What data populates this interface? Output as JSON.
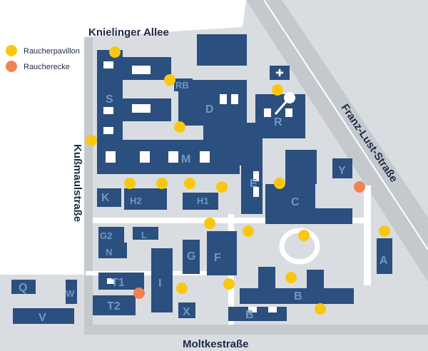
{
  "map": {
    "streets": {
      "north": "Knielinger Allee",
      "west": "Kußmaulstraße",
      "south": "Moltkestraße",
      "east": "Franz-Lust-Straße"
    },
    "legend": [
      {
        "label": "Raucherpavillon",
        "color": "#f9c80e"
      },
      {
        "label": "Raucherecke",
        "color": "#ef8354"
      }
    ],
    "colors": {
      "building": "#2b4f7e",
      "ground": "#d9dde1",
      "road": "#c4c9ce",
      "path": "#ffffff",
      "label": "#6f97c8",
      "pavillon": "#f9c80e",
      "ecke": "#ef8354"
    },
    "buildings": {
      "S": "S",
      "RB": "RB",
      "D": "D",
      "R": "R",
      "M": "M",
      "E": "E",
      "K": "K",
      "H2": "H2",
      "H1": "H1",
      "C": "C",
      "Y": "Y",
      "A": "A",
      "G2": "G2",
      "L": "L",
      "N": "N",
      "G": "G",
      "F": "F",
      "T1": "T1",
      "T2": "T2",
      "I": "I",
      "X": "X",
      "B_upper": "B",
      "B_lower": "B",
      "Q": "Q",
      "W": "W",
      "V": "V"
    }
  }
}
